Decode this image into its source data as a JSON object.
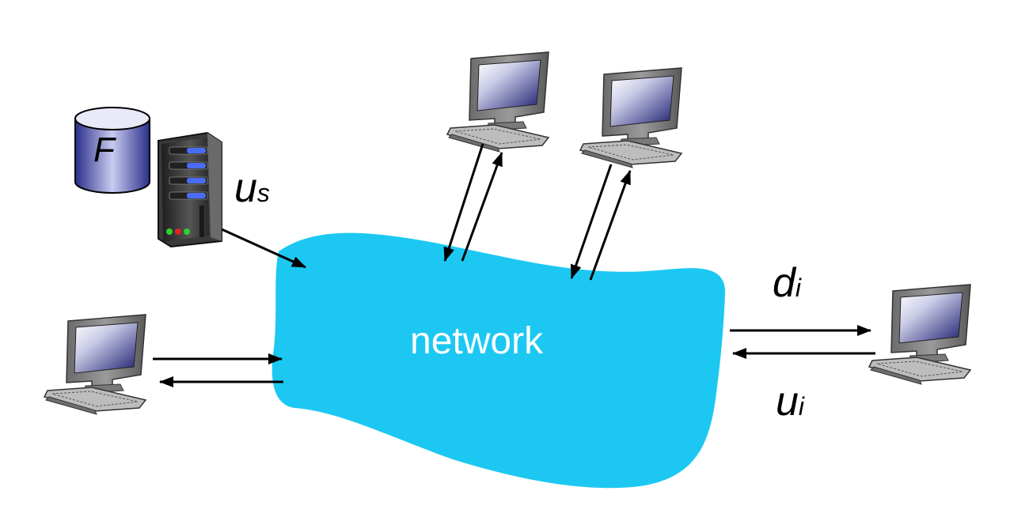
{
  "network": {
    "label": "network"
  },
  "file": {
    "label": "F"
  },
  "server": {
    "upload": {
      "main": "u",
      "sub": "s"
    }
  },
  "peer": {
    "download": {
      "main": "d",
      "sub": "i"
    },
    "upload": {
      "main": "u",
      "sub": "i"
    }
  },
  "colors": {
    "cloud": "#1cc8f2",
    "arrow": "#000000",
    "screen_dark": "#1a1a6e",
    "disk": "#3d44a8"
  },
  "icons": [
    "database-icon",
    "server-icon",
    "desktop-computer-icon"
  ]
}
